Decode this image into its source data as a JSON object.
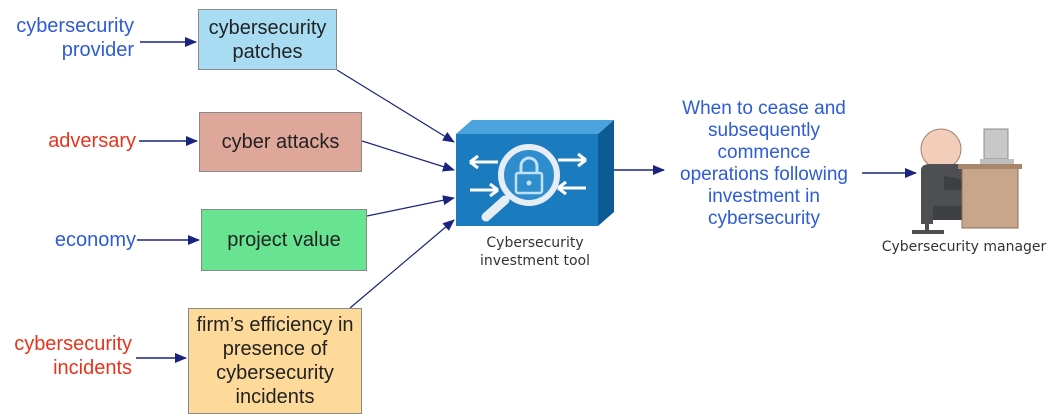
{
  "inputs": [
    {
      "source": "cybersecurity\nprovider",
      "source_color": "#2e5bd6",
      "box": "cybersecurity\npatches",
      "box_color": "#a7dcf3"
    },
    {
      "source": "adversary",
      "source_color": "#e8341c",
      "box": "cyber attacks",
      "box_color": "#dfa79a"
    },
    {
      "source": "economy",
      "source_color": "#2e5bd6",
      "box": "project value",
      "box_color": "#67e392"
    },
    {
      "source": "cybersecurity\nincidents",
      "source_color": "#e8341c",
      "box": "firm’s efficiency in\npresence of\ncybersecurity\nincidents",
      "box_color": "#fdd99a"
    }
  ],
  "tool": {
    "caption": "Cybersecurity\ninvestment tool",
    "icon": "lock-magnifier-icon",
    "color": "#1a7bbf"
  },
  "outcome": {
    "text": "When to cease and\nsubsequently\ncommence\noperations following\ninvestment in\ncybersecurity",
    "color": "#2e5bd6"
  },
  "manager": {
    "caption": "Cybersecurity manager",
    "icon": "person-at-desk-icon"
  }
}
